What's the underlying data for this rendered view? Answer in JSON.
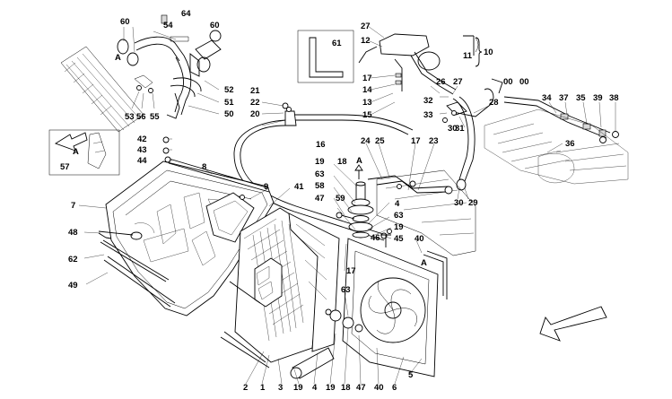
{
  "callouts": [
    {
      "id": "c60a",
      "text": "60"
    },
    {
      "id": "c64",
      "text": "64"
    },
    {
      "id": "c54",
      "text": "54"
    },
    {
      "id": "c60b",
      "text": "60"
    },
    {
      "id": "cA1",
      "text": "A"
    },
    {
      "id": "c52",
      "text": "52"
    },
    {
      "id": "c51",
      "text": "51"
    },
    {
      "id": "c50",
      "text": "50"
    },
    {
      "id": "c53",
      "text": "53"
    },
    {
      "id": "c56",
      "text": "56"
    },
    {
      "id": "c55",
      "text": "55"
    },
    {
      "id": "c27a",
      "text": "27"
    },
    {
      "id": "c12",
      "text": "12"
    },
    {
      "id": "c61",
      "text": "61"
    },
    {
      "id": "c10",
      "text": "10"
    },
    {
      "id": "c11",
      "text": "11"
    },
    {
      "id": "c17a",
      "text": "17"
    },
    {
      "id": "c14",
      "text": "14"
    },
    {
      "id": "c13",
      "text": "13"
    },
    {
      "id": "c15",
      "text": "15"
    },
    {
      "id": "c26",
      "text": "26"
    },
    {
      "id": "c27b",
      "text": "27"
    },
    {
      "id": "c00a",
      "text": "00"
    },
    {
      "id": "c00b",
      "text": "00"
    },
    {
      "id": "c32",
      "text": "32"
    },
    {
      "id": "c33",
      "text": "33"
    },
    {
      "id": "c28",
      "text": "28"
    },
    {
      "id": "c31",
      "text": "31"
    },
    {
      "id": "c30a",
      "text": "30"
    },
    {
      "id": "c34",
      "text": "34"
    },
    {
      "id": "c37",
      "text": "37"
    },
    {
      "id": "c35",
      "text": "35"
    },
    {
      "id": "c39",
      "text": "39"
    },
    {
      "id": "c38",
      "text": "38"
    },
    {
      "id": "c36",
      "text": "36"
    },
    {
      "id": "c21",
      "text": "21"
    },
    {
      "id": "c22",
      "text": "22"
    },
    {
      "id": "c20",
      "text": "20"
    },
    {
      "id": "c16",
      "text": "16"
    },
    {
      "id": "c42",
      "text": "42"
    },
    {
      "id": "c43",
      "text": "43"
    },
    {
      "id": "c44",
      "text": "44"
    },
    {
      "id": "cA2",
      "text": "A"
    },
    {
      "id": "c57",
      "text": "57"
    },
    {
      "id": "c8",
      "text": "8"
    },
    {
      "id": "c19a",
      "text": "19"
    },
    {
      "id": "c18a",
      "text": "18"
    },
    {
      "id": "cA3",
      "text": "A"
    },
    {
      "id": "c24",
      "text": "24"
    },
    {
      "id": "c25",
      "text": "25"
    },
    {
      "id": "c17b",
      "text": "17"
    },
    {
      "id": "c23",
      "text": "23"
    },
    {
      "id": "c63a",
      "text": "63"
    },
    {
      "id": "c58",
      "text": "58"
    },
    {
      "id": "c47a",
      "text": "47"
    },
    {
      "id": "c59",
      "text": "59"
    },
    {
      "id": "c9",
      "text": "9"
    },
    {
      "id": "c41",
      "text": "41"
    },
    {
      "id": "c4a",
      "text": "4"
    },
    {
      "id": "c63b",
      "text": "63"
    },
    {
      "id": "c19b",
      "text": "19"
    },
    {
      "id": "c46",
      "text": "46"
    },
    {
      "id": "c45",
      "text": "45"
    },
    {
      "id": "c30b",
      "text": "30"
    },
    {
      "id": "c29",
      "text": "29"
    },
    {
      "id": "c7",
      "text": "7"
    },
    {
      "id": "c48",
      "text": "48"
    },
    {
      "id": "c62",
      "text": "62"
    },
    {
      "id": "c49",
      "text": "49"
    },
    {
      "id": "c40a",
      "text": "40"
    },
    {
      "id": "c17c",
      "text": "17"
    },
    {
      "id": "c63c",
      "text": "63"
    },
    {
      "id": "c2",
      "text": "2"
    },
    {
      "id": "c1",
      "text": "1"
    },
    {
      "id": "c3",
      "text": "3"
    },
    {
      "id": "c19c",
      "text": "19"
    },
    {
      "id": "c4b",
      "text": "4"
    },
    {
      "id": "c19d",
      "text": "19"
    },
    {
      "id": "c18b",
      "text": "18"
    },
    {
      "id": "c47b",
      "text": "47"
    },
    {
      "id": "c40b",
      "text": "40"
    },
    {
      "id": "c6",
      "text": "6"
    },
    {
      "id": "c5",
      "text": "5"
    },
    {
      "id": "cA4",
      "text": "A"
    }
  ]
}
